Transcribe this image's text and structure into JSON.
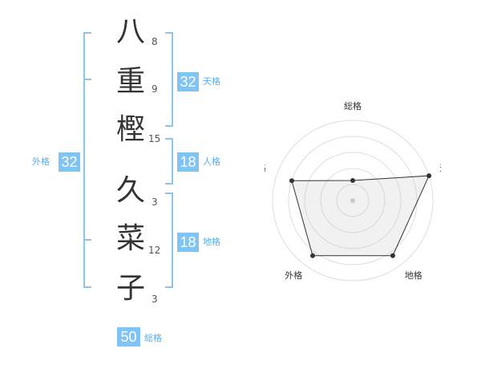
{
  "name": {
    "characters": [
      {
        "char": "八",
        "strokes": "8"
      },
      {
        "char": "重",
        "strokes": "9"
      },
      {
        "char": "樫",
        "strokes": "15"
      },
      {
        "char": "久",
        "strokes": "3"
      },
      {
        "char": "菜",
        "strokes": "12"
      },
      {
        "char": "子",
        "strokes": "3"
      }
    ]
  },
  "scores": {
    "tenkaku": {
      "value": "32",
      "label": "天格"
    },
    "jinkaku": {
      "value": "18",
      "label": "人格"
    },
    "chikaku": {
      "value": "18",
      "label": "地格"
    },
    "gaikaku": {
      "value": "32",
      "label": "外格"
    },
    "soukaku": {
      "value": "50",
      "label": "総格"
    }
  },
  "colors": {
    "accent": "#7fc4f4",
    "bracket": "#89c5f0",
    "text": "#333333"
  },
  "radar": {
    "axes": [
      "総格",
      "天格",
      "地格",
      "外格",
      "人格"
    ],
    "values": [
      0.25,
      1.0,
      0.85,
      0.85,
      0.8
    ],
    "max": 1
  }
}
